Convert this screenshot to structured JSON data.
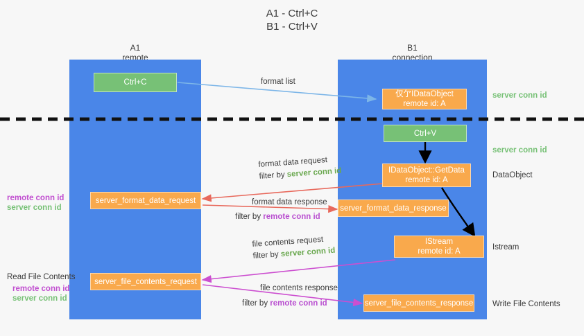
{
  "title": "A1 - Ctrl+C\nB1 - Ctrl+V",
  "columns": {
    "left": "A1\nremote",
    "right": "B1\nconnection"
  },
  "boxes": {
    "ctrl_c": "Ctrl+C",
    "ctrl_v": "Ctrl+V",
    "idataobject_recv": "仅亇IDataObject\nremote id: A",
    "idataobject_getdata": "IDataObject::GetData\nremote id: A",
    "istream": "IStream\nremote id: A",
    "server_format_data_request": "server_format_data_request",
    "server_format_data_response": "server_format_data_response",
    "server_file_contents_request": "server_file_contents_request",
    "server_file_contents_response": "server_file_contents_response"
  },
  "edge_labels": {
    "format_list": "format list",
    "format_data_request": "format data request",
    "format_data_response": "format data response",
    "file_contents_request": "file contents request",
    "file_contents_response": "file contents response",
    "filter_by": "filter by ",
    "server_conn_id": "server conn id",
    "remote_conn_id": "remote conn id"
  },
  "right_labels": {
    "server_conn_id_1": "server conn id",
    "server_conn_id_2": "server conn id",
    "dataobject": "DataObject",
    "istream": "Istream",
    "write_file_contents": "Write File Contents"
  },
  "left_labels": {
    "remote_conn_id_1": "remote conn id",
    "server_conn_id_1": "server conn id",
    "read_file_contents": "Read File Contents",
    "remote_conn_id_2": "remote conn id",
    "server_conn_id_2": "server conn id"
  },
  "colors": {
    "lane": "#4a86e8",
    "orange": "#f9a94c",
    "green": "#77c176",
    "green_text": "#6aa84f",
    "magenta_text": "#b94fd0",
    "blue_arrow": "#7db6e8",
    "red_arrow": "#e8695c",
    "magenta_arrow": "#cc4fd0",
    "black": "#000000"
  }
}
